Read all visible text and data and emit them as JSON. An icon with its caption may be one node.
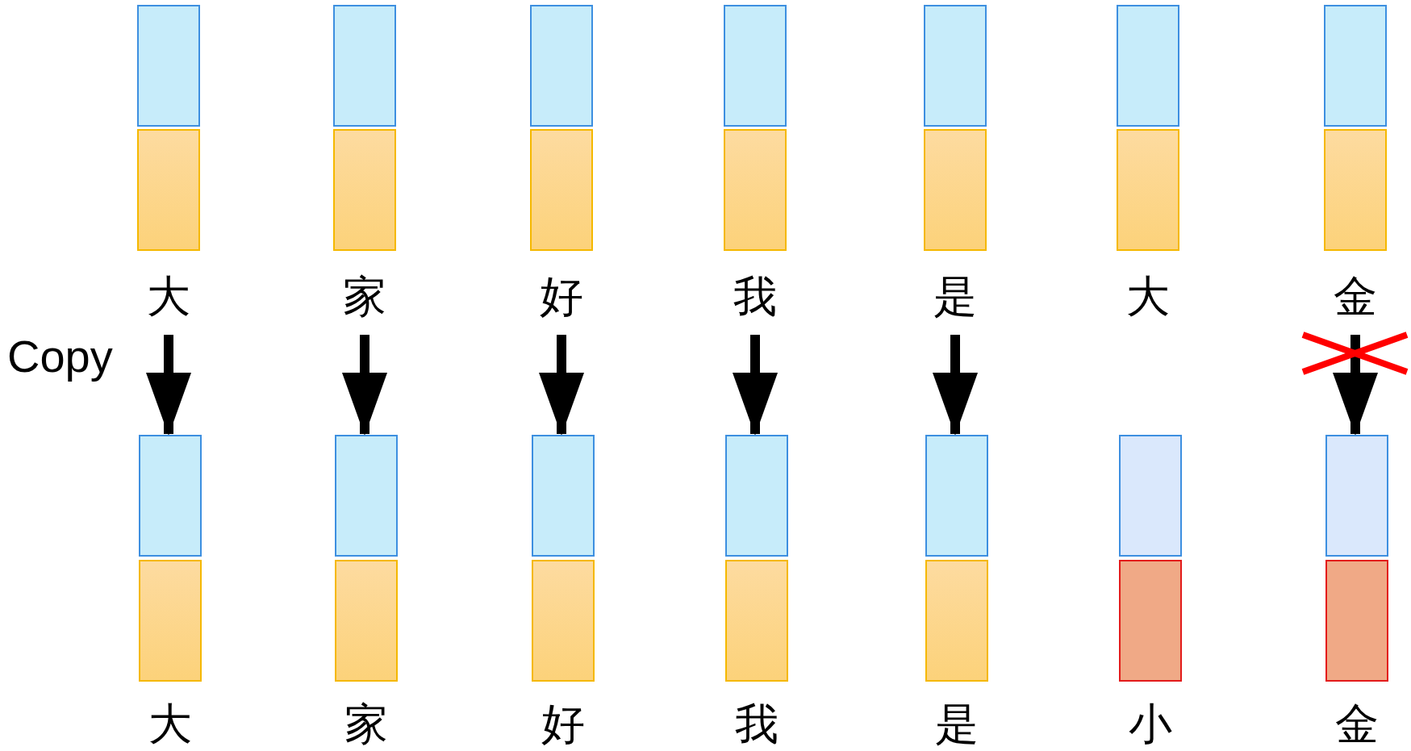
{
  "diagram": {
    "nodes": [
      {
        "text": [],
        "shape": "box"
      },
      {
        "text": [],
        "shape": "box"
      },
      {
        "text": [],
        "shape": "box"
      },
      {
        "text": [],
        "shape": "box"
      },
      {
        "text": [],
        "shape": "box"
      },
      {
        "text": [],
        "shape": "box"
      },
      {
        "text": [],
        "shape": "box"
      },
      {
        "text": [],
        "shape": "box"
      },
      {
        "text": [],
        "shape": "box"
      },
      {
        "text": [],
        "shape": "box"
      },
      {
        "text": [],
        "shape": "box"
      },
      {
        "text": [],
        "shape": "box"
      },
      {
        "text": [],
        "shape": "box"
      },
      {
        "text": [],
        "shape": "box"
      },
      {
        "text": [
          "大"
        ]
      },
      {
        "text": [
          "家"
        ]
      },
      {
        "text": [
          "好"
        ]
      },
      {
        "text": [
          "我"
        ]
      },
      {
        "text": [
          "是"
        ]
      },
      {
        "text": [
          "大"
        ]
      },
      {
        "text": [
          "金"
        ]
      },
      {
        "text": [],
        "shape": "box"
      },
      {
        "text": [],
        "shape": "box"
      },
      {
        "text": [],
        "shape": "box"
      },
      {
        "text": [],
        "shape": "box"
      },
      {
        "text": [],
        "shape": "box"
      },
      {
        "text": [],
        "shape": "box"
      },
      {
        "text": [],
        "shape": "box"
      },
      {
        "text": [],
        "shape": "box"
      },
      {
        "text": [],
        "shape": "box"
      },
      {
        "text": [],
        "shape": "box"
      },
      {
        "text": [],
        "shape": "box"
      },
      {
        "text": [],
        "shape": "box"
      },
      {
        "text": [],
        "shape": "box"
      },
      {
        "text": [],
        "shape": "box"
      },
      {
        "text": [
          "大"
        ]
      },
      {
        "text": [
          "家"
        ]
      },
      {
        "text": [
          "好"
        ]
      },
      {
        "text": [
          "我"
        ]
      },
      {
        "text": [
          "是"
        ]
      },
      {
        "text": [
          "小"
        ]
      },
      {
        "text": [
          "金"
        ]
      }
    ],
    "edges": [
      {
        "from": 14,
        "to": 21,
        "arrow": "to"
      },
      {
        "from": 15,
        "to": 22,
        "arrow": "to"
      },
      {
        "from": 16,
        "to": 23,
        "arrow": "to"
      },
      {
        "from": 17,
        "to": 24,
        "arrow": "to"
      },
      {
        "from": 18,
        "to": 25,
        "arrow": "to"
      },
      {
        "from": 20,
        "to": 27,
        "arrow": "to"
      }
    ],
    "labels": [
      "Copy"
    ]
  }
}
